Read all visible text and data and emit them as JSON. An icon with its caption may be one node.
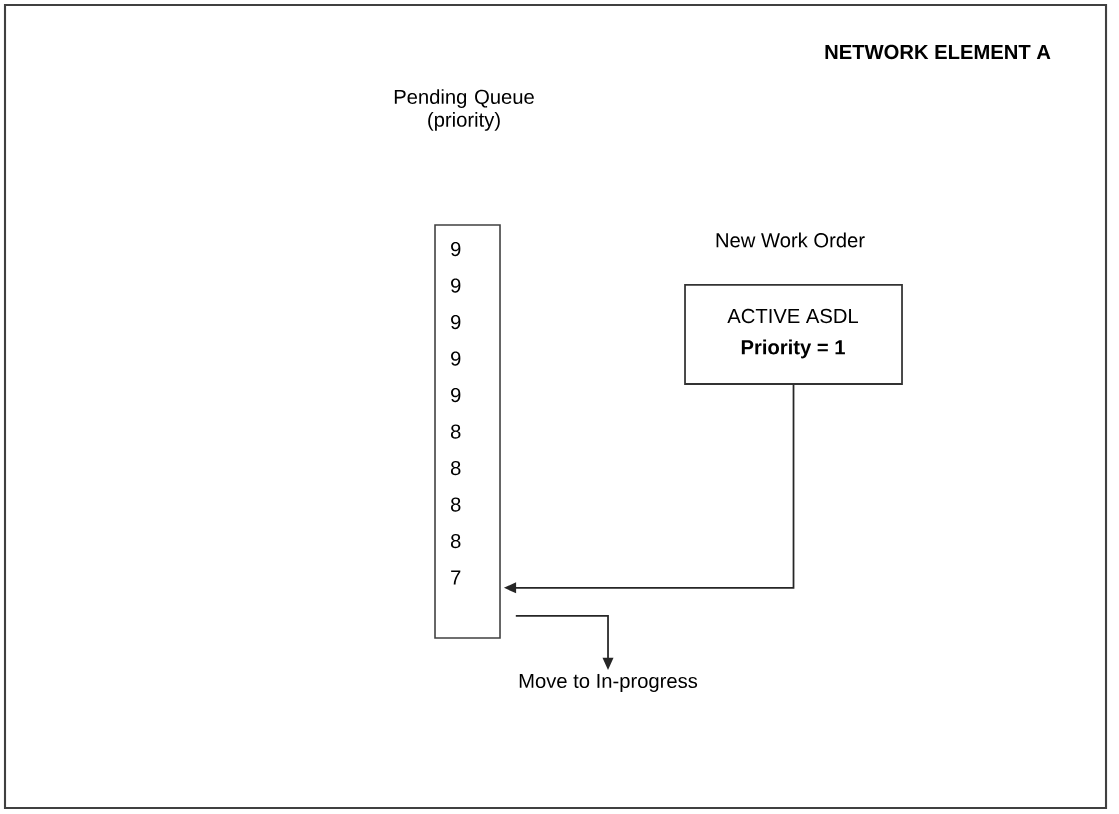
{
  "diagram": {
    "nodes": [
      {
        "text": [
          "NETWORK ELEMENT A"
        ]
      },
      {
        "text": [
          "Pending Queue (priority)",
          "9",
          "9",
          "9",
          "9",
          "9",
          "8",
          "8",
          "8",
          "8",
          "7"
        ],
        "in": 0
      },
      {
        "text": [
          "New Work Order",
          "ACTIVE ASDL",
          "Priority = 1"
        ],
        "in": 0
      },
      {
        "text": [
          "Move to In-progress"
        ],
        "in": 0
      }
    ],
    "edges": [
      {
        "from": 2,
        "to": 1,
        "arrow": "to"
      },
      {
        "from": 1,
        "to": 3,
        "arrow": "to"
      }
    ]
  }
}
